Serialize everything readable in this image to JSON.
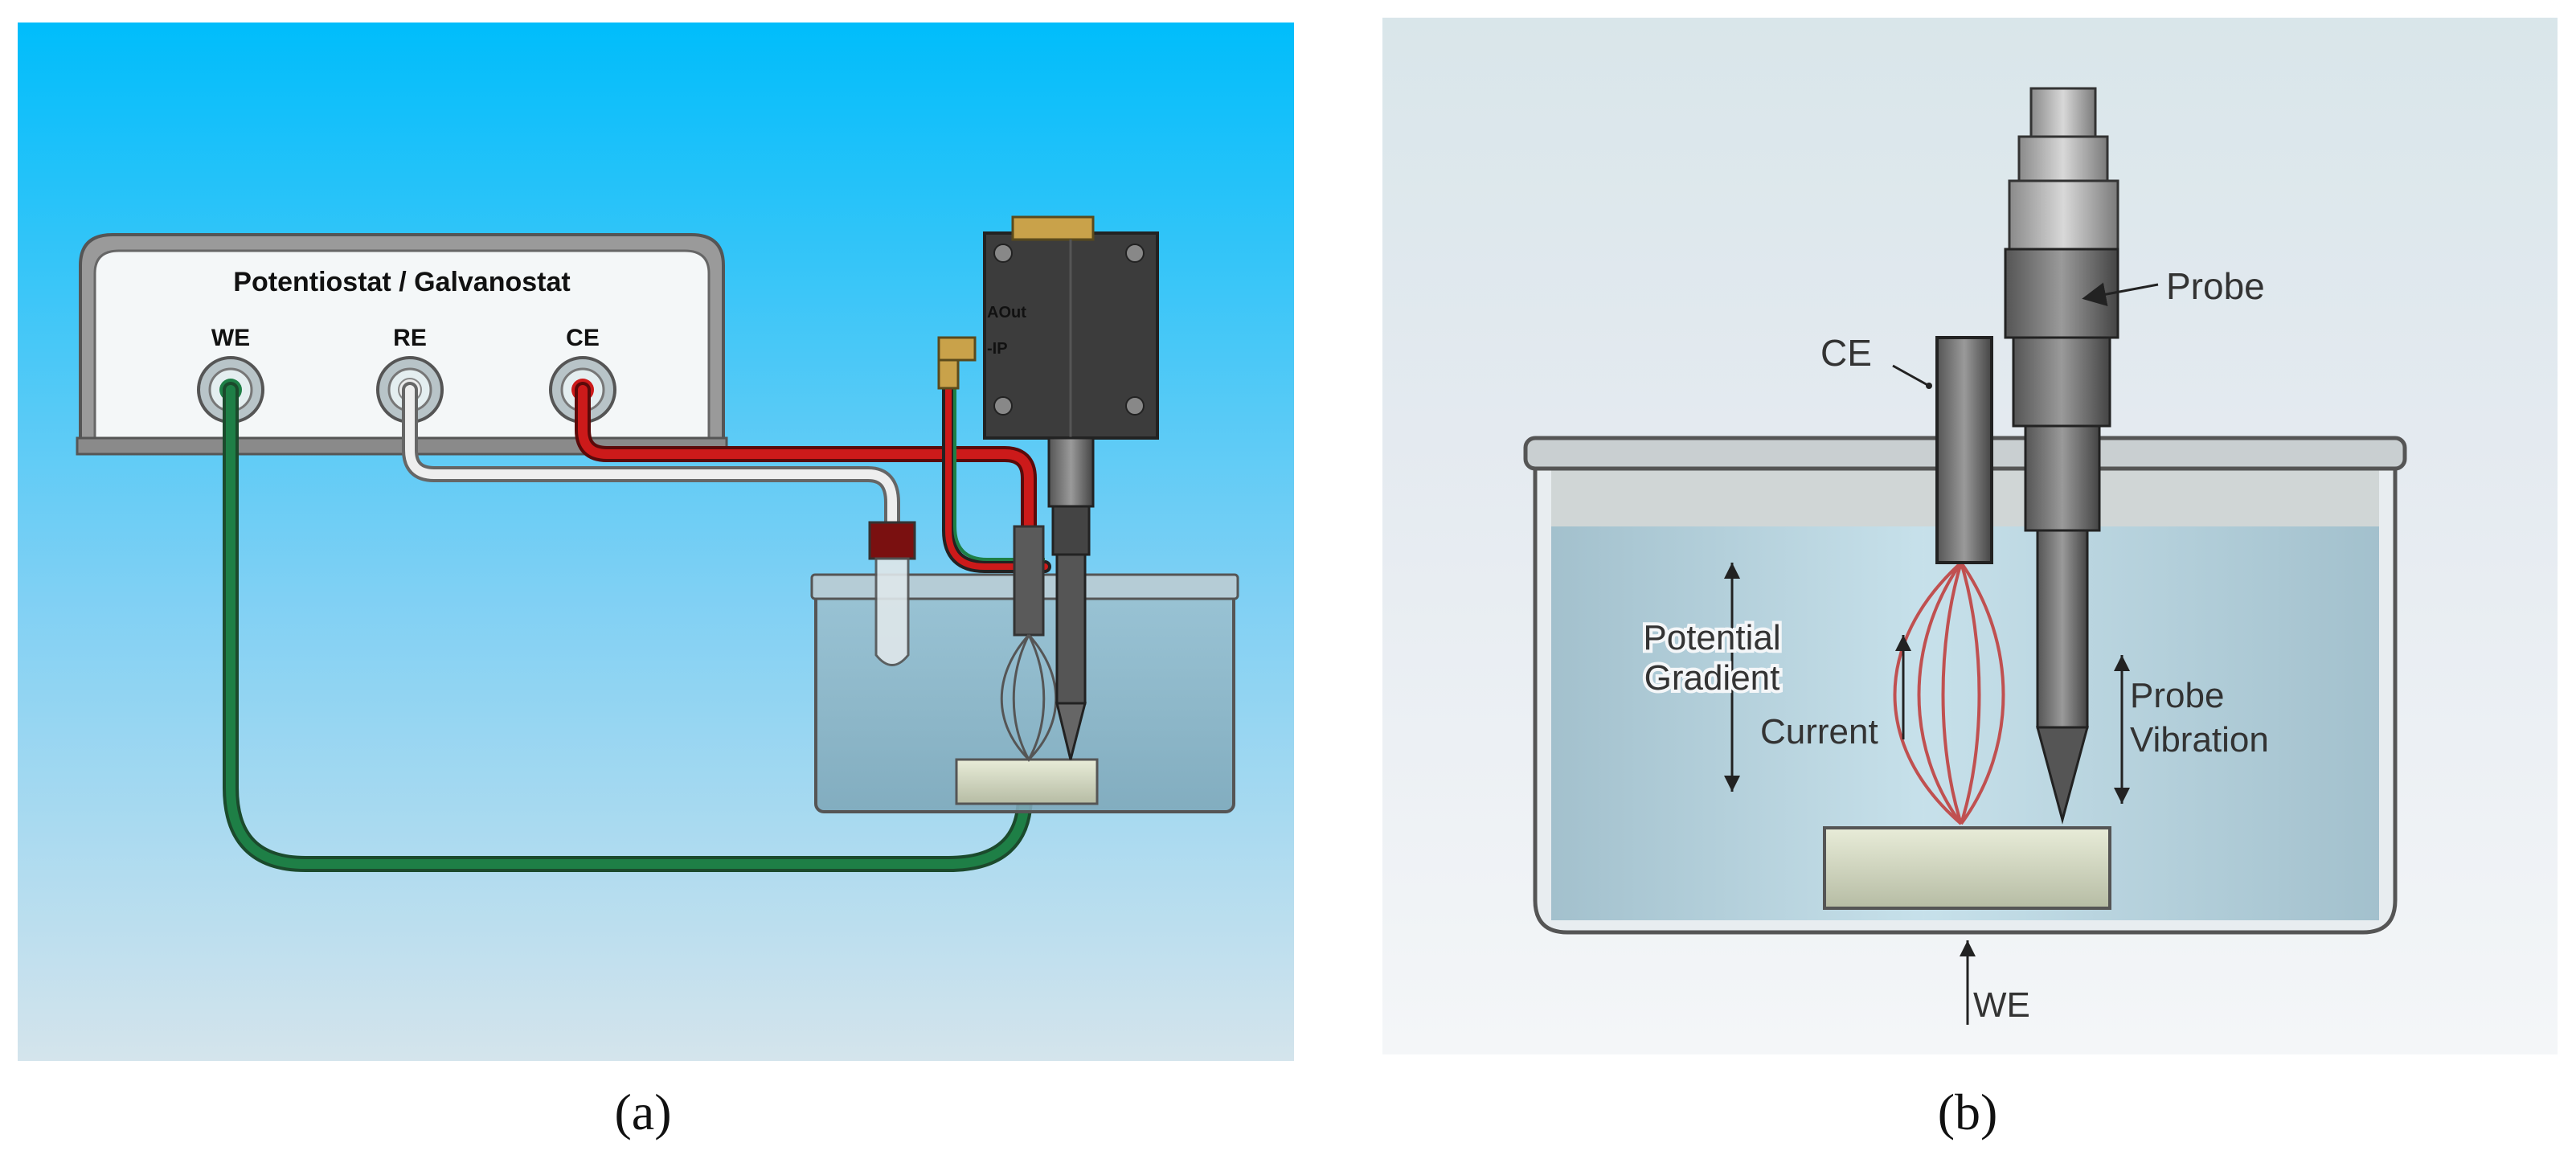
{
  "panel_a": {
    "device_title": "Potentiostat / Galvanostat",
    "ports": {
      "we": "WE",
      "re": "RE",
      "ce": "CE"
    },
    "probe_box": {
      "aout": "AOut",
      "ip": "-IP"
    },
    "caption": "(a)"
  },
  "panel_b": {
    "probe": "Probe",
    "ce": "CE",
    "potential_gradient_line1": "Potential",
    "potential_gradient_line2": "Gradient",
    "current": "Current",
    "probe_vibration_line1": "Probe",
    "probe_vibration_line2": "Vibration",
    "we": "WE",
    "caption": "(b)"
  },
  "colors": {
    "sky_top": "#00bfff",
    "sky_bottom": "#d6e6ee",
    "wire_red": "#cc1a1a",
    "wire_green": "#1e7f46",
    "wire_white": "#eeeeee",
    "liquid": "#a8c8d6",
    "current_lines": "#c05050"
  }
}
